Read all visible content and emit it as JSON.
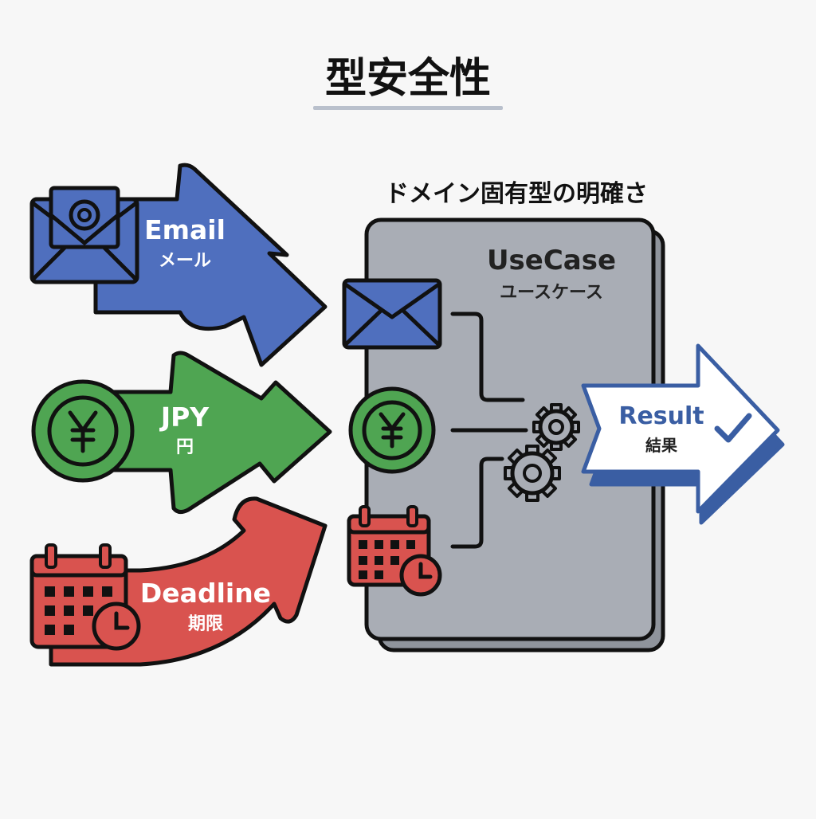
{
  "title": "型安全性",
  "section_title": "ドメイン固有型の明確さ",
  "inputs": [
    {
      "label": "Email",
      "sublabel": "メール",
      "icon": "envelope-at-icon",
      "color": "#4f6fbe"
    },
    {
      "label": "JPY",
      "sublabel": "円",
      "icon": "yen-coin-icon",
      "color": "#4fa552"
    },
    {
      "label": "Deadline",
      "sublabel": "期限",
      "icon": "calendar-clock-icon",
      "color": "#d9534f"
    }
  ],
  "usecase": {
    "title": "UseCase",
    "subtitle": "ユースケース",
    "color": "#a9adb5"
  },
  "result": {
    "label": "Result",
    "sublabel": "結果",
    "icon": "check-icon"
  },
  "colors": {
    "accent_blue": "#3a5ea3",
    "title_underline": "#b9c0cc"
  }
}
